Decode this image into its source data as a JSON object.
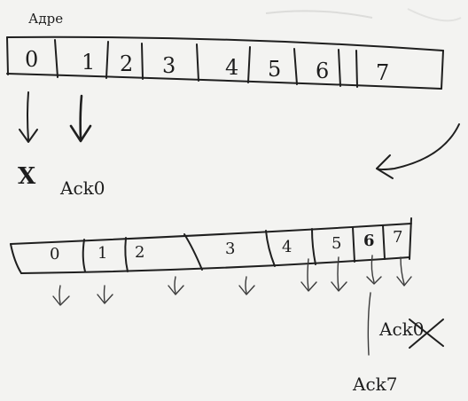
{
  "top_label": "Адре",
  "top_cells": [
    "0",
    "1",
    "2",
    "3",
    "4",
    "5",
    "6",
    "7"
  ],
  "x_mark": "X",
  "ack0_label": "Ack0",
  "bottom_cells": [
    "0",
    "1",
    "2",
    "3",
    "4",
    "5",
    "6",
    "7"
  ],
  "crossed_label": "Ack0",
  "ack7_label": "Ack7"
}
